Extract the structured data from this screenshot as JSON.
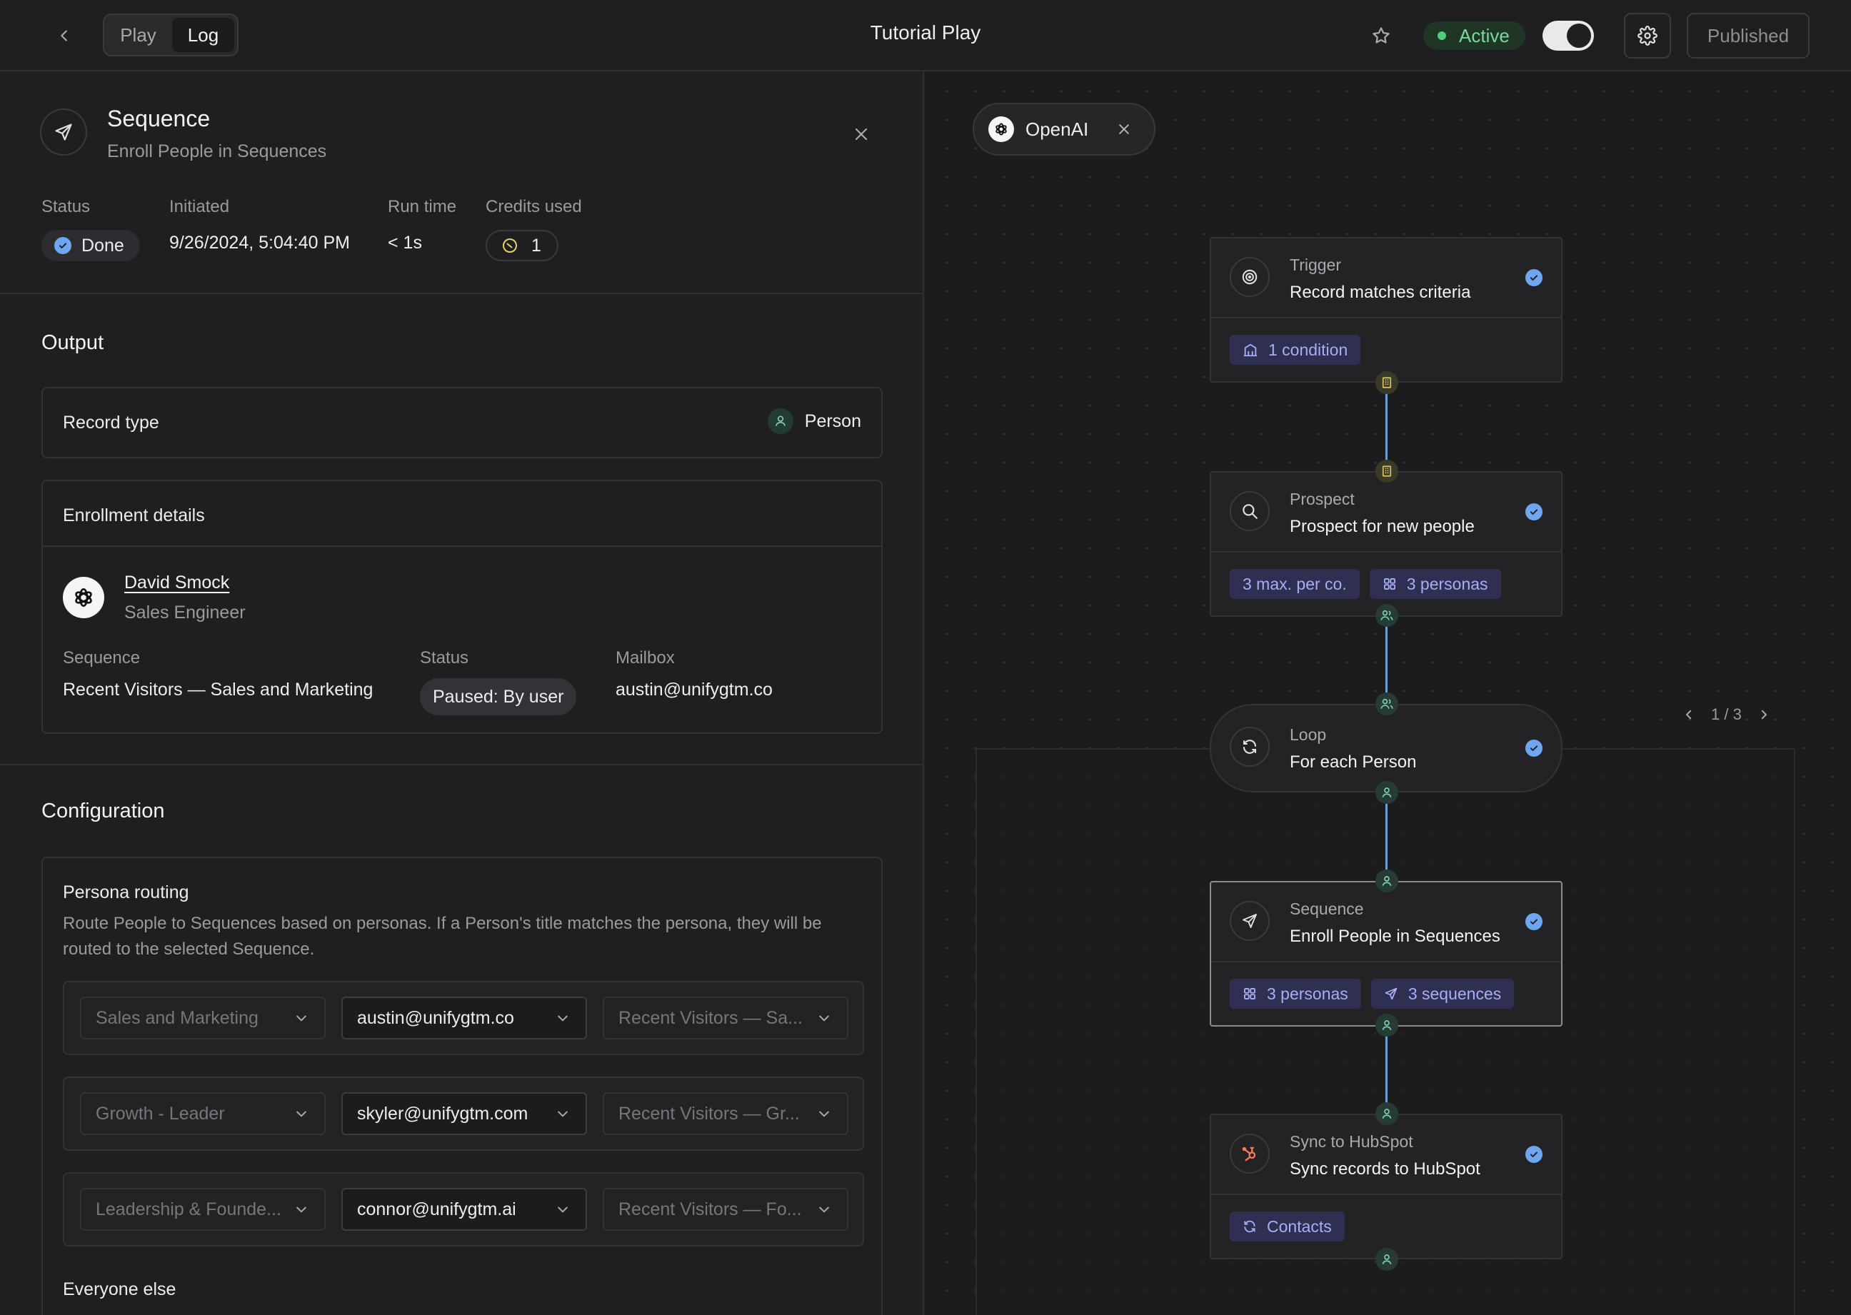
{
  "topbar": {
    "tabs": [
      {
        "label": "Play",
        "active": false
      },
      {
        "label": "Log",
        "active": true
      }
    ],
    "title": "Tutorial Play",
    "status": "Active",
    "publish_label": "Published"
  },
  "detail": {
    "title": "Sequence",
    "subtitle": "Enroll People in Sequences",
    "meta": {
      "status_label": "Status",
      "status_value": "Done",
      "initiated_label": "Initiated",
      "initiated_value": "9/26/2024, 5:04:40 PM",
      "runtime_label": "Run time",
      "runtime_value": "< 1s",
      "credits_label": "Credits used",
      "credits_value": "1"
    },
    "output": {
      "title": "Output",
      "record_type_label": "Record type",
      "record_type_value": "Person",
      "enrollment_title": "Enrollment details",
      "person_name": "David Smock",
      "person_role": "Sales Engineer",
      "sequence_label": "Sequence",
      "sequence_value": "Recent Visitors — Sales and Marketing",
      "status_label": "Status",
      "status_value": "Paused: By user",
      "mailbox_label": "Mailbox",
      "mailbox_value": "austin@unifygtm.co"
    },
    "configuration": {
      "title": "Configuration",
      "persona_title": "Persona routing",
      "persona_desc": "Route People to Sequences based on personas. If a Person's title matches the persona, they will be routed to the selected Sequence.",
      "rows": [
        {
          "persona": "Sales and Marketing",
          "mailbox": "austin@unifygtm.co",
          "sequence": "Recent Visitors — Sa..."
        },
        {
          "persona": "Growth - Leader",
          "mailbox": "skyler@unifygtm.com",
          "sequence": "Recent Visitors — Gr..."
        },
        {
          "persona": "Leadership & Founde...",
          "mailbox": "connor@unifygtm.ai",
          "sequence": "Recent Visitors — Fo..."
        }
      ],
      "everyone_else": "Everyone else"
    }
  },
  "canvas": {
    "company": "OpenAI",
    "pager": "1 / 3",
    "nodes": [
      {
        "kind": "Trigger",
        "desc": "Record matches criteria",
        "tags": [
          "1 condition"
        ]
      },
      {
        "kind": "Prospect",
        "desc": "Prospect for new people",
        "tags": [
          "3 max. per co.",
          "3 personas"
        ]
      },
      {
        "kind": "Loop",
        "desc": "For each Person",
        "tags": []
      },
      {
        "kind": "Sequence",
        "desc": "Enroll People in Sequences",
        "tags": [
          "3 personas",
          "3 sequences"
        ]
      },
      {
        "kind": "Sync to HubSpot",
        "desc": "Sync records to HubSpot",
        "tags": [
          "Contacts"
        ]
      }
    ]
  },
  "colors": {
    "accent_blue": "#6ea7f0",
    "active_green": "#4ccf78",
    "tag_purple": "#a9adf5",
    "hubspot_orange": "#ff7a59",
    "connector": "#6e9fd4"
  }
}
